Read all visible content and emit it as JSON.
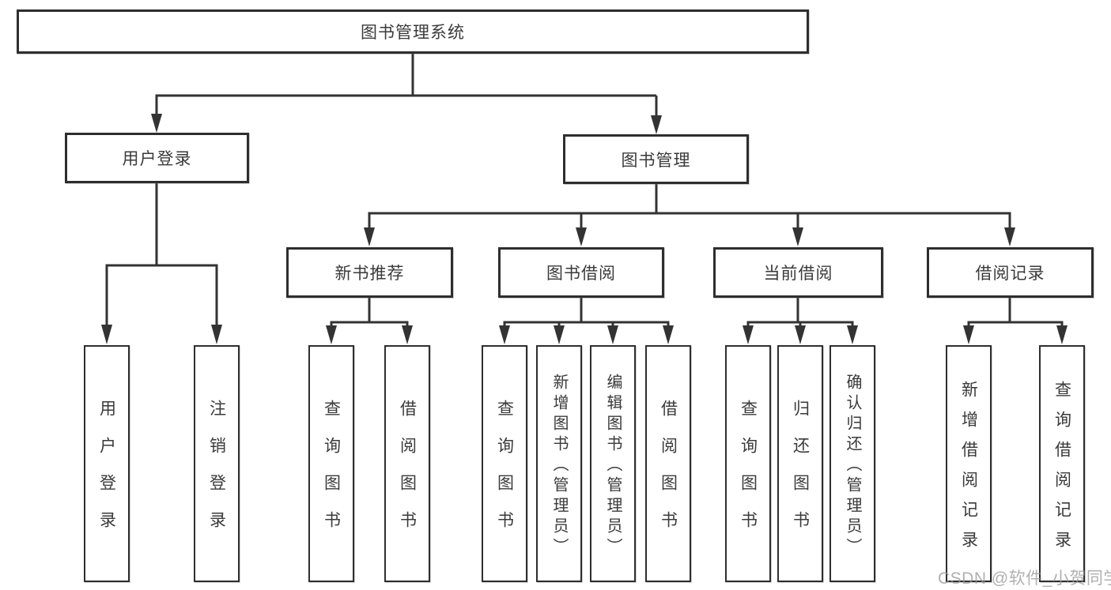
{
  "diagram_type": "hierarchy",
  "tree": {
    "label": "图书管理系统",
    "children": [
      {
        "label": "用户登录",
        "children": [
          {
            "label": "用户登录"
          },
          {
            "label": "注销登录"
          }
        ]
      },
      {
        "label": "图书管理",
        "children": [
          {
            "label": "新书推荐",
            "children": [
              {
                "label": "查询图书"
              },
              {
                "label": "借阅图书"
              }
            ]
          },
          {
            "label": "图书借阅",
            "children": [
              {
                "label": "查询图书"
              },
              {
                "label": "新增图书（管理员）"
              },
              {
                "label": "编辑图书（管理员）"
              },
              {
                "label": "借阅图书"
              }
            ]
          },
          {
            "label": "当前借阅",
            "children": [
              {
                "label": "查询图书"
              },
              {
                "label": "归还图书"
              },
              {
                "label": "确认归还（管理员）"
              }
            ]
          },
          {
            "label": "借阅记录",
            "children": [
              {
                "label": "新增借阅记录"
              },
              {
                "label": "查询借阅记录"
              }
            ]
          }
        ]
      }
    ]
  },
  "watermark": {
    "text": "CSDN @软件_小贺同学"
  },
  "colors": {
    "line": "#333333",
    "box_border": "#2e2e2e",
    "box_fill": "#ffffff",
    "text": "#3a3a3a",
    "watermark": "#b5b5b5",
    "background": "#ffffff"
  }
}
